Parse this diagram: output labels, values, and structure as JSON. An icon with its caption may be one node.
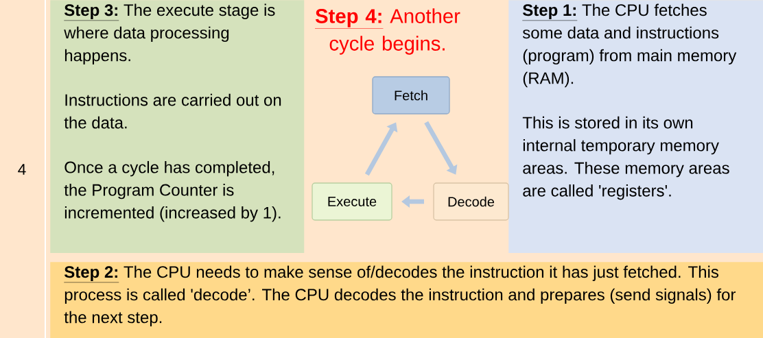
{
  "diagram": {
    "nodes": [
      {
        "text": [
          "Step 3:",
          "The execute stage is where data processing happens.",
          "Instructions are carried out on the data.",
          "Once a cycle has completed, the Program Counter is incremented (increased by 1)."
        ]
      },
      {
        "text": [
          "Step 1:",
          "The CPU fetches some data and instructions (program) from main memory (RAM).",
          "This is stored in its own internal temporary memory areas. These memory areas are called 'registers'."
        ]
      },
      {
        "text": [
          "Step 2:",
          "The CPU needs to make sense of/decodes the instruction it has just fetched. This process is called 'decode’. The CPU decodes the instruction and prepares (send signals) for the next step."
        ]
      },
      {
        "text": [
          "Fetch"
        ]
      },
      {
        "text": [
          "Execute"
        ]
      },
      {
        "text": [
          "Decode"
        ]
      }
    ],
    "edges": [
      {
        "from": 3,
        "to": 5,
        "arrow": "to"
      },
      {
        "from": 5,
        "to": 4,
        "arrow": "to"
      },
      {
        "from": 4,
        "to": 3,
        "arrow": "to"
      }
    ],
    "labels": [
      "4",
      "Step 4:",
      "Another cycle begins."
    ]
  }
}
